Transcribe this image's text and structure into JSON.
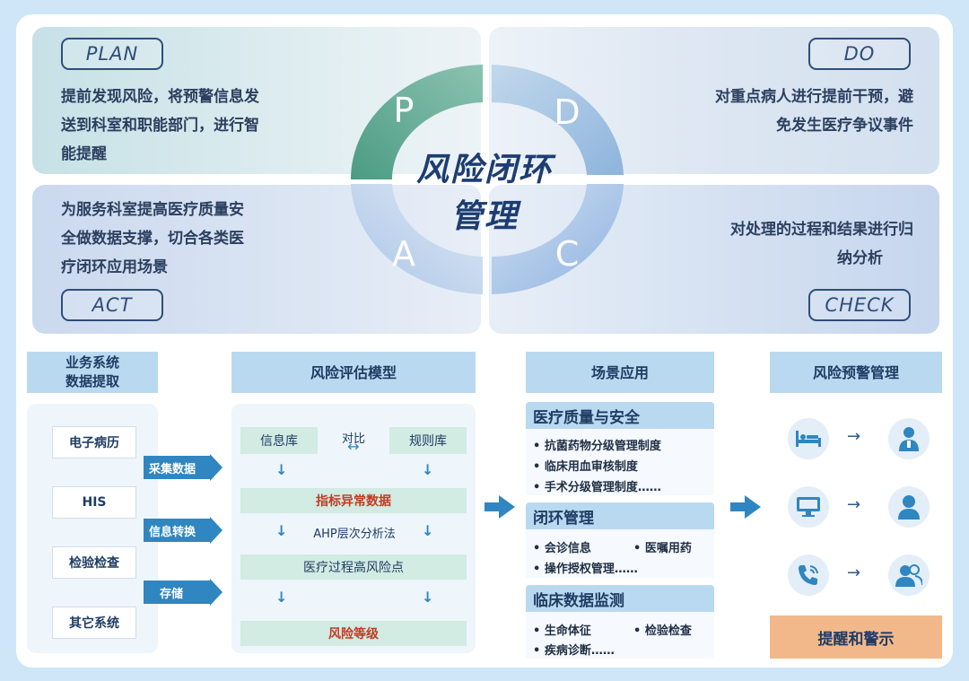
{
  "pdca": {
    "plan": {
      "tag": "PLAN",
      "lines": [
        "提前发现风险，将预警信息发",
        "送到科室和职能部门，进行智",
        "能提醒"
      ]
    },
    "do": {
      "tag": "DO",
      "lines": [
        "对重点病人进行提前干预，避",
        "免发生医疗争议事件"
      ]
    },
    "act": {
      "tag": "ACT",
      "lines": [
        "为服务科室提高医疗质量安",
        "全做数据支撑，切合各类医",
        "疗闭环应用场景"
      ]
    },
    "check": {
      "tag": "CHECK",
      "lines": [
        "对处理的过程和结果进行归",
        "纳分析"
      ]
    },
    "wheel": {
      "letters": [
        "P",
        "D",
        "A",
        "C"
      ],
      "title_line1": "风险闭环",
      "title_line2": "管理"
    },
    "colors": {
      "p": "#5fa890",
      "d": "#9dc1de",
      "a": "#b4cde9",
      "c": "#9bbbe3"
    }
  },
  "sections": {
    "source": {
      "title_line1": "业务系统",
      "title_line2": "数据提取",
      "items": [
        "电子病历",
        "HIS",
        "检验检查",
        "其它系统"
      ]
    },
    "flow_labels": [
      "采集数据",
      "信息转换",
      "存储"
    ],
    "model": {
      "title": "风险评估模型",
      "left_box": "信息库",
      "compare": "对比",
      "right_box": "规则库",
      "step1": "指标异常数据",
      "method": "AHP层次分析法",
      "step2": "医疗过程高风险点",
      "step3": "风险等级",
      "arrow_glyph": "↓",
      "compare_glyph": "↔"
    },
    "scene": {
      "title": "场景应用",
      "groups": [
        {
          "title": "医疗质量与安全",
          "items": [
            "抗菌药物分级管理制度",
            "临床用血审核制度",
            "手术分级管理制度……"
          ]
        },
        {
          "title": "闭环管理",
          "items": [
            "会诊信息",
            "医嘱用药",
            "操作授权管理……"
          ]
        },
        {
          "title": "临床数据监测",
          "items": [
            "生命体征",
            "检验检查",
            "疾病诊断……"
          ]
        }
      ]
    },
    "alert": {
      "title": "风险预警管理",
      "arrow_glyph": "→",
      "rows": [
        {
          "from_icon": "hospital-bed-icon",
          "to_icon": "doctor-icon"
        },
        {
          "from_icon": "monitor-icon",
          "to_icon": "person-icon"
        },
        {
          "from_icon": "phone-call-icon",
          "to_icon": "group-icon"
        }
      ],
      "button": "提醒和警示"
    }
  }
}
